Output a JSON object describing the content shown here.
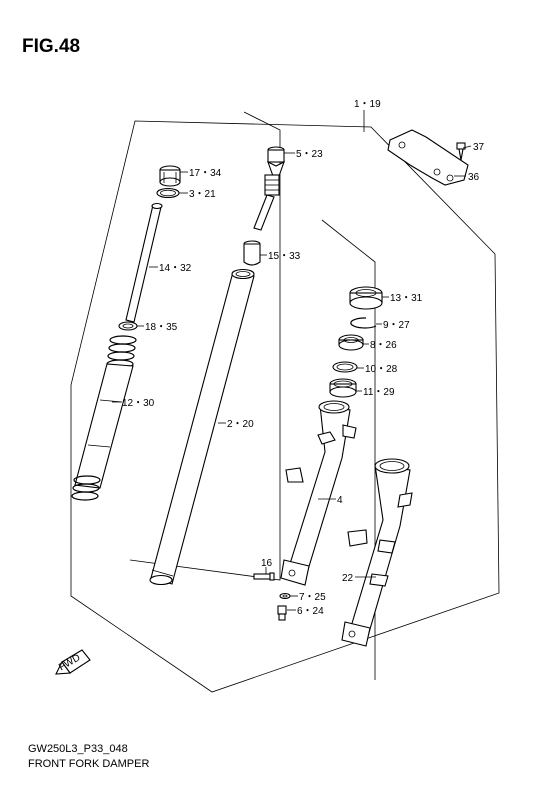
{
  "figure": {
    "title": "FIG.48",
    "code": "GW250L3_P33_048",
    "name": "FRONT FORK DAMPER"
  },
  "direction_badge": "FWD",
  "callouts": [
    {
      "id": "c-1",
      "text": "1・19"
    },
    {
      "id": "c-37",
      "text": "37"
    },
    {
      "id": "c-36",
      "text": "36"
    },
    {
      "id": "c-17",
      "text": "17・34"
    },
    {
      "id": "c-3",
      "text": "3・21"
    },
    {
      "id": "c-5",
      "text": "5・23"
    },
    {
      "id": "c-15",
      "text": "15・33"
    },
    {
      "id": "c-14",
      "text": "14・32"
    },
    {
      "id": "c-13",
      "text": "13・31"
    },
    {
      "id": "c-9",
      "text": "9・27"
    },
    {
      "id": "c-18",
      "text": "18・35"
    },
    {
      "id": "c-8",
      "text": "8・26"
    },
    {
      "id": "c-10",
      "text": "10・28"
    },
    {
      "id": "c-11",
      "text": "11・29"
    },
    {
      "id": "c-12",
      "text": "12・30"
    },
    {
      "id": "c-2",
      "text": "2・20"
    },
    {
      "id": "c-4",
      "text": "4"
    },
    {
      "id": "c-16",
      "text": "16"
    },
    {
      "id": "c-22",
      "text": "22"
    },
    {
      "id": "c-7",
      "text": "7・25"
    },
    {
      "id": "c-6",
      "text": "6・24"
    }
  ]
}
